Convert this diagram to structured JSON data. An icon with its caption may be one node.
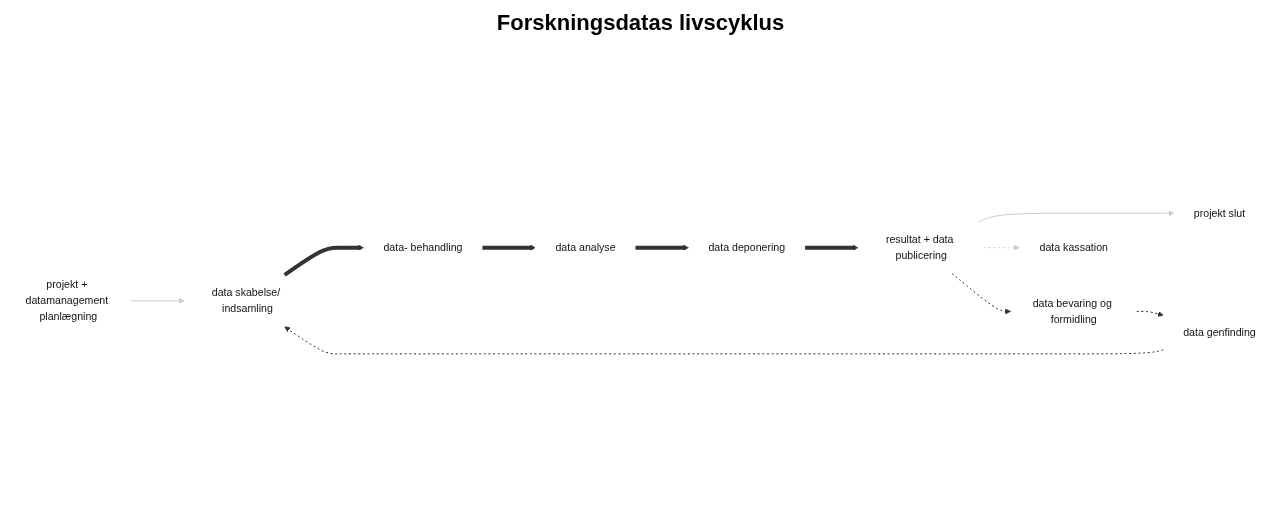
{
  "diagram": {
    "title": "Forskningsdatas livscyklus",
    "nodes": [
      {
        "text": [
          "projekt + datamanagement planlægning"
        ]
      },
      {
        "text": [
          "data skabelse/ indsamling"
        ]
      },
      {
        "text": [
          "data- behandling"
        ]
      },
      {
        "text": [
          "data analyse"
        ]
      },
      {
        "text": [
          "data deponering"
        ]
      },
      {
        "text": [
          "resultat + data publicering"
        ]
      },
      {
        "text": [
          "projekt slut"
        ]
      },
      {
        "text": [
          "data bevaring og formidling"
        ]
      },
      {
        "text": [
          "data genfinding"
        ]
      },
      {
        "text": [
          "data kassation"
        ]
      }
    ],
    "edges": [
      {
        "from": 0,
        "to": 1,
        "arrow": "to",
        "color": "#cccccc"
      },
      {
        "from": 1,
        "to": 2,
        "arrow": "to",
        "style": "thick"
      },
      {
        "from": 2,
        "to": 3,
        "arrow": "to",
        "style": "thick"
      },
      {
        "from": 3,
        "to": 4,
        "arrow": "to",
        "style": "thick"
      },
      {
        "from": 4,
        "to": 5,
        "arrow": "to",
        "style": "thick"
      },
      {
        "from": 5,
        "to": 6,
        "arrow": "to",
        "color": "#cccccc"
      },
      {
        "from": 5,
        "to": 7,
        "arrow": "to",
        "style": "dashed"
      },
      {
        "from": 7,
        "to": 8,
        "arrow": "to",
        "style": "dashed"
      },
      {
        "from": 8,
        "to": 1,
        "arrow": "to",
        "style": "dashed"
      },
      {
        "from": 5,
        "to": 9,
        "arrow": "to",
        "style": "dashed",
        "color": "#cccccc"
      }
    ]
  }
}
